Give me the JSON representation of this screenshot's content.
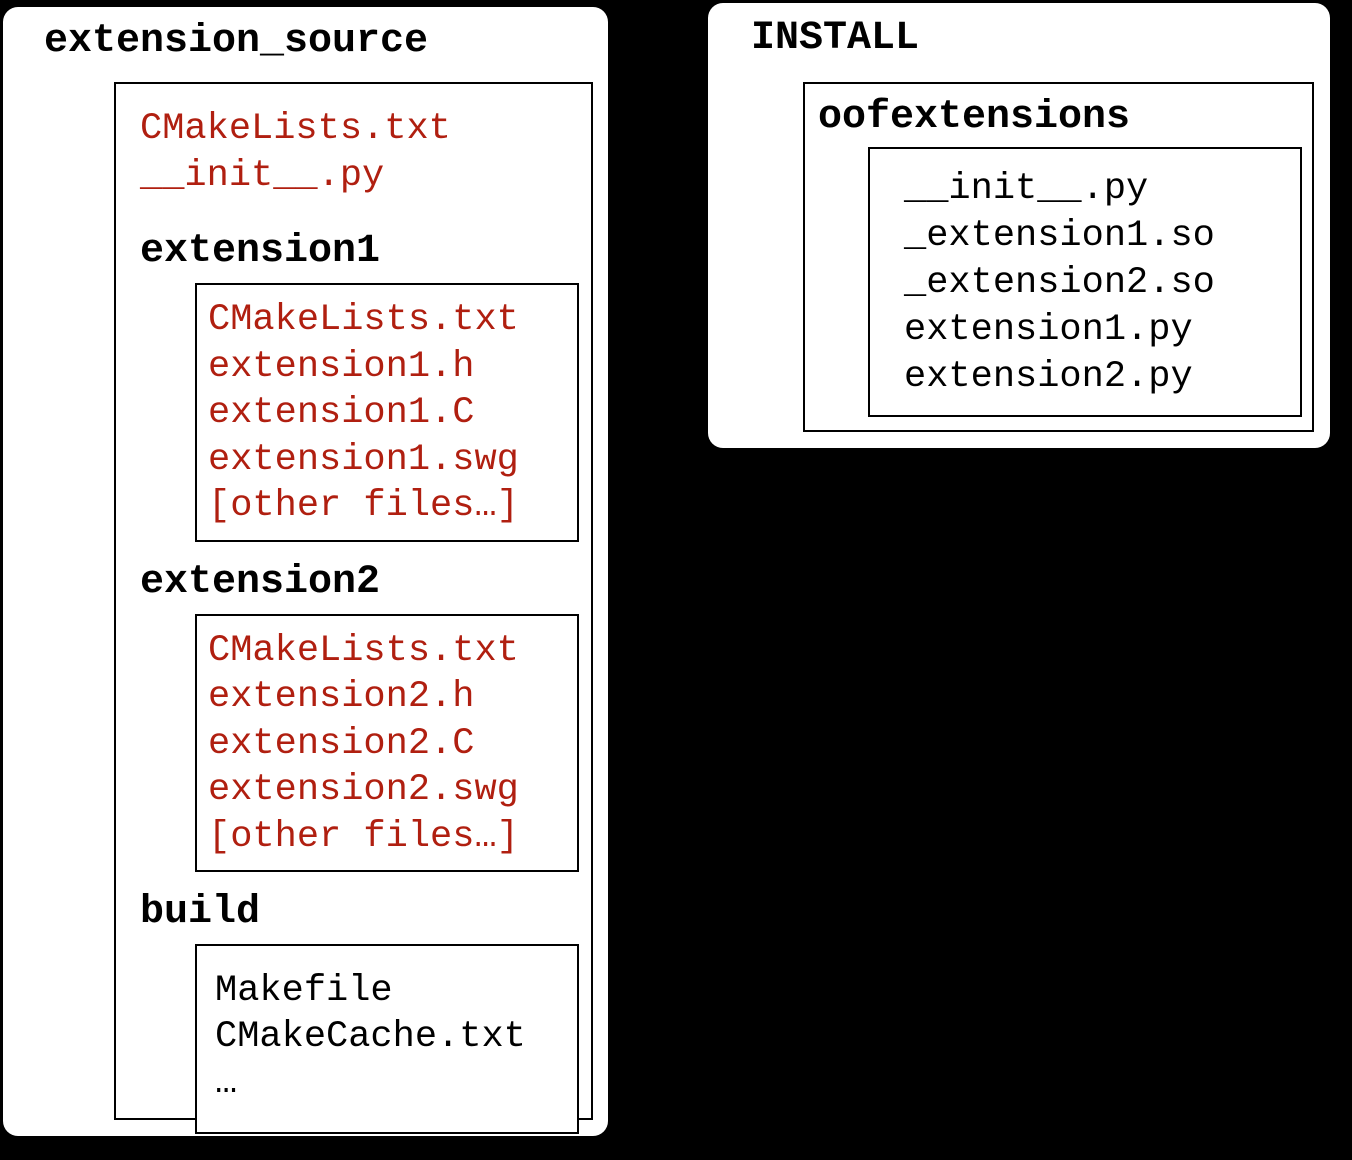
{
  "colors": {
    "background": "#000000",
    "panel": "#ffffff",
    "border": "#000000",
    "text": "#000000",
    "file_red": "#b01f10"
  },
  "left_panel": {
    "title": "extension_source",
    "root_files": [
      "CMakeLists.txt",
      "__init__.py"
    ],
    "subdirs": [
      {
        "name": "extension1",
        "files": [
          "CMakeLists.txt",
          "extension1.h",
          "extension1.C",
          "extension1.swg",
          "[other files…]"
        ]
      },
      {
        "name": "extension2",
        "files": [
          "CMakeLists.txt",
          "extension2.h",
          "extension2.C",
          "extension2.swg",
          "[other files…]"
        ]
      },
      {
        "name": "build",
        "files": [
          "Makefile",
          "CMakeCache.txt",
          "…"
        ]
      }
    ]
  },
  "right_panel": {
    "title": "INSTALL",
    "subdir": {
      "name": "oofextensions",
      "files": [
        "__init__.py",
        "_extension1.so",
        "_extension2.so",
        "extension1.py",
        "extension2.py"
      ]
    }
  }
}
